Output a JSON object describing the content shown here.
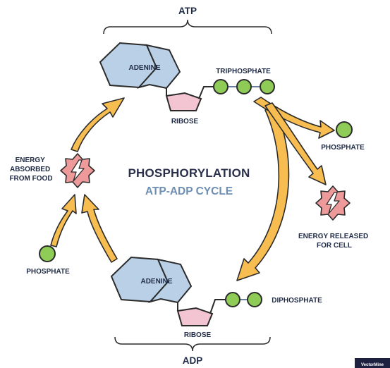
{
  "labels": {
    "atp": "ATP",
    "adp": "ADP",
    "adenine_top": "ADENINE",
    "adenine_bottom": "ADENINE",
    "ribose_top": "RIBOSE",
    "ribose_bottom": "RIBOSE",
    "triphosphate": "TRIPHOSPHATE",
    "diphosphate": "DIPHOSPHATE",
    "phosphate_right": "PHOSPHATE",
    "phosphate_left": "PHOSPHATE",
    "energy_absorbed": [
      "ENERGY",
      "ABSORBED",
      "FROM FOOD"
    ],
    "energy_released": [
      "ENERGY RELEASED",
      "FOR CELL"
    ],
    "title": "PHOSPHORYLATION",
    "subtitle": "ATP-ADP CYCLE"
  },
  "watermark": "VectorMine",
  "colors": {
    "adenine": "#b9d0e6",
    "ribose": "#f3c4d2",
    "phosphate": "#8fcc57",
    "arrow": "#f7bd50",
    "energy": "#ee9a9a",
    "title": "#2a2f4a",
    "subtitle": "#6e8fb3"
  },
  "icons": [
    "energy-burst-icon",
    "lightning-bolt-icon",
    "curved-arrow-icon",
    "phosphate-ball-icon"
  ]
}
